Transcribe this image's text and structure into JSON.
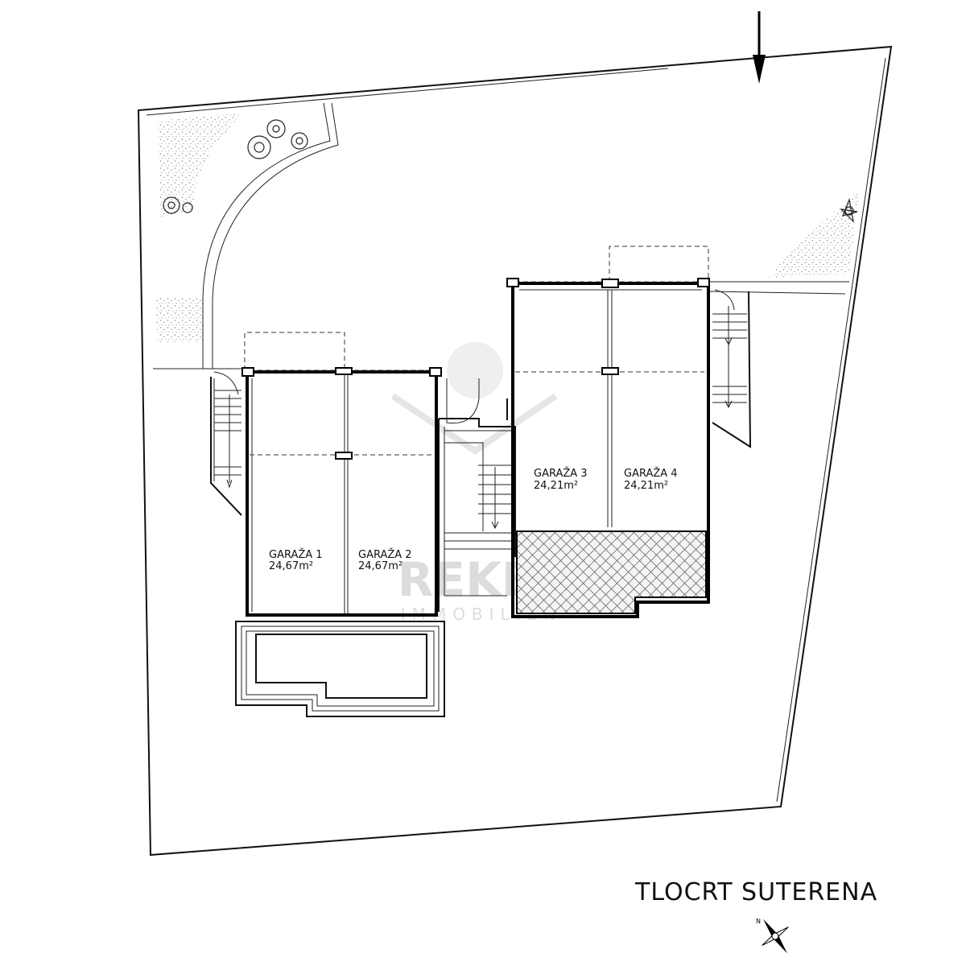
{
  "drawing": {
    "title": "TLOCRT SUTERENA",
    "north_label": "N",
    "watermark": {
      "brand": "REKET",
      "sub": "IMMOBILIEN"
    }
  },
  "garages": [
    {
      "name": "GARAŽA 1",
      "area": "24,67m²"
    },
    {
      "name": "GARAŽA 2",
      "area": "24,67m²"
    },
    {
      "name": "GARAŽA 3",
      "area": "24,21m²"
    },
    {
      "name": "GARAŽA 4",
      "area": "24,21m²"
    }
  ],
  "colors": {
    "line": "#000000",
    "background": "#ffffff",
    "watermark": "#d9d9d9",
    "vegetation": "#555555"
  },
  "icons": [
    "entrance-arrow-icon",
    "north-compass-icon",
    "tree-icon",
    "shrub-icon"
  ]
}
